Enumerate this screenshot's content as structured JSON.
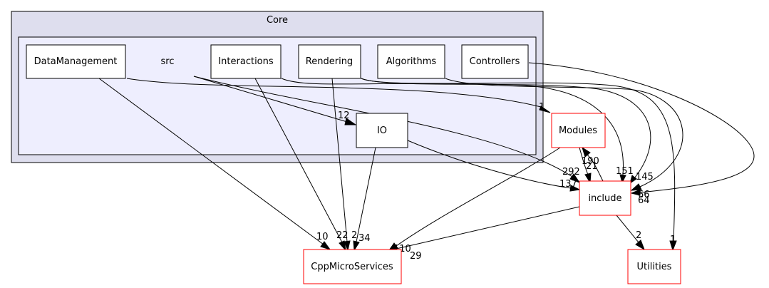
{
  "clusters": {
    "core": "Core",
    "src": "src"
  },
  "nodes": {
    "data_management": "DataManagement",
    "interactions": "Interactions",
    "rendering": "Rendering",
    "algorithms": "Algorithms",
    "controllers": "Controllers",
    "io": "IO",
    "modules": "Modules",
    "include": "include",
    "cpp_micro_services": "CppMicroServices",
    "utilities": "Utilities"
  },
  "edge_labels": {
    "modules_from_src": "1",
    "io_from_src": "12",
    "include_from_src": "292",
    "include_from_io": "137",
    "modules_to_include": "21",
    "include_to_modules": "190",
    "include_from_interactions": "151",
    "include_from_rendering": "145",
    "include_from_algorithms": "66",
    "include_from_controllers": "64",
    "cms_from_datamanagement": "10",
    "cms_from_interactions": "22",
    "cms_from_rendering": "2",
    "cms_from_io": "34",
    "cms_from_modules": "110",
    "cms_from_include": "29",
    "utilities_from_include": "2",
    "utilities_from_rendering": "1"
  },
  "colors": {
    "core_fill": "#dedeee",
    "src_fill": "#eeeefe",
    "external_border": "#ff0000",
    "internal_border": "#000000"
  }
}
